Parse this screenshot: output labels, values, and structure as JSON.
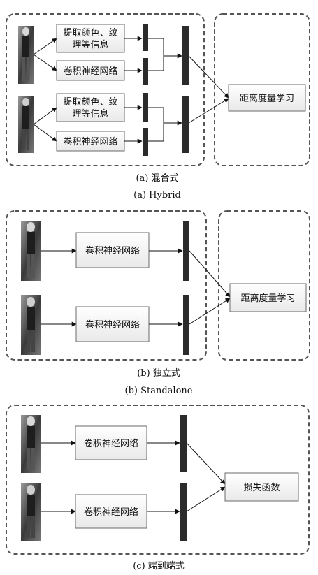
{
  "section_a": {
    "caption_cn": "(a) 混合式",
    "caption_en": "(a) Hybrid",
    "extract_line1": "提取颜色、纹",
    "extract_line2": "理等信息",
    "cnn": "卷积神经网络",
    "metric": "距离度量学习"
  },
  "section_b": {
    "caption_cn": "(b) 独立式",
    "caption_en": "(b) Standalone",
    "cnn": "卷积神经网络",
    "metric": "距离度量学习"
  },
  "section_c": {
    "caption_cn": "(c) 端到端式",
    "cnn": "卷积神经网络",
    "loss": "损失函数"
  },
  "colors": {
    "feature_bar": "#2b2b2b",
    "dashed_border": "#555555",
    "box_border": "#6a6a6a",
    "photo_dark": "#3a3a3a"
  }
}
